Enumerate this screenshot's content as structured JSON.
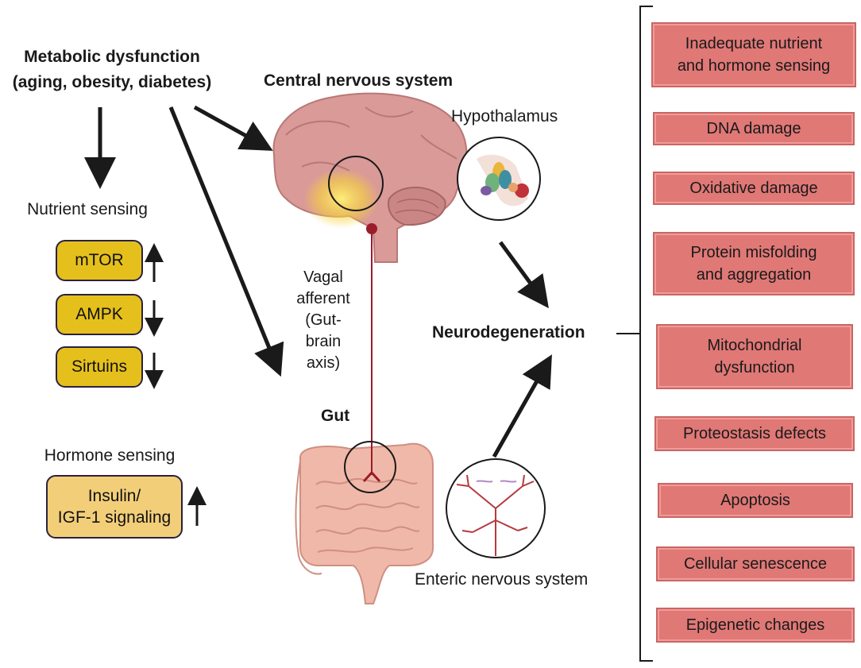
{
  "diagram": {
    "metabolic": {
      "title": "Metabolic dysfunction\n(aging, obesity, diabetes)"
    },
    "cns": {
      "title": "Central nervous system"
    },
    "hypothalamus": {
      "title": "Hypothalamus"
    },
    "nutrient_sensing": {
      "title": "Nutrient sensing",
      "items": [
        {
          "label": "mTOR",
          "trend": "up"
        },
        {
          "label": "AMPK",
          "trend": "down"
        },
        {
          "label": "Sirtuins",
          "trend": "down"
        }
      ]
    },
    "vagal": {
      "label": "Vagal\nafferent\n(Gut-brain\naxis)"
    },
    "neuro": {
      "title": "Neurodegeneration"
    },
    "gut": {
      "title": "Gut"
    },
    "hormone_sensing": {
      "title": "Hormone sensing",
      "item": "Insulin/\nIGF-1 signaling",
      "trend": "up"
    },
    "enteric": {
      "title": "Enteric nervous system"
    },
    "hallmarks": [
      "Inadequate nutrient\nand hormone sensing",
      "DNA damage",
      "Oxidative damage",
      "Protein misfolding\nand aggregation",
      "Mitochondrial\ndysfunction",
      "Proteostasis defects",
      "Apoptosis",
      "Cellular senescence",
      "Epigenetic changes"
    ],
    "colors": {
      "gold": "#e5c01d",
      "gold_light": "#f3ce79",
      "hallmark_fill": "#e07876",
      "brain": "#d99a98",
      "gut": "#f0b8a8",
      "nerve": "#9b1c2b"
    }
  }
}
